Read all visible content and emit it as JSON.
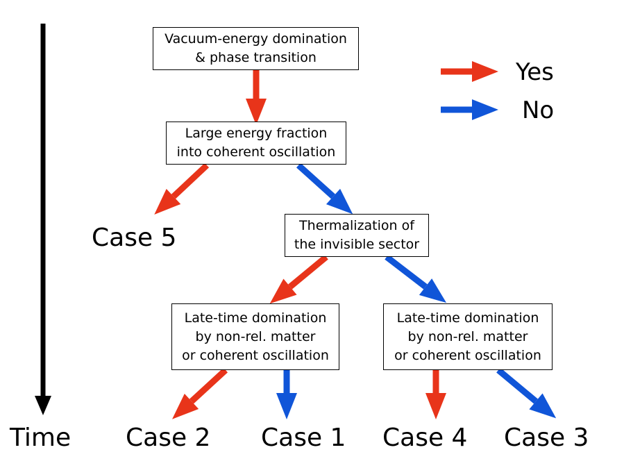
{
  "time_label": "Time",
  "legend": {
    "yes": "Yes",
    "no": "No",
    "yes_color": "#e8341a",
    "no_color": "#1055d8"
  },
  "boxes": {
    "vacuum": {
      "line1": "Vacuum-energy domination",
      "line2": "& phase transition"
    },
    "large_energy": {
      "line1": "Large energy fraction",
      "line2": "into coherent oscillation"
    },
    "thermalization": {
      "line1": "Thermalization of",
      "line2": "the invisible sector"
    },
    "late_left": {
      "line1": "Late-time domination",
      "line2": "by non-rel. matter",
      "line3": "or coherent oscillation"
    },
    "late_right": {
      "line1": "Late-time domination",
      "line2": "by non-rel. matter",
      "line3": "or coherent oscillation"
    }
  },
  "cases": {
    "case5": "Case 5",
    "case2": "Case 2",
    "case1": "Case 1",
    "case4": "Case 4",
    "case3": "Case 3"
  }
}
